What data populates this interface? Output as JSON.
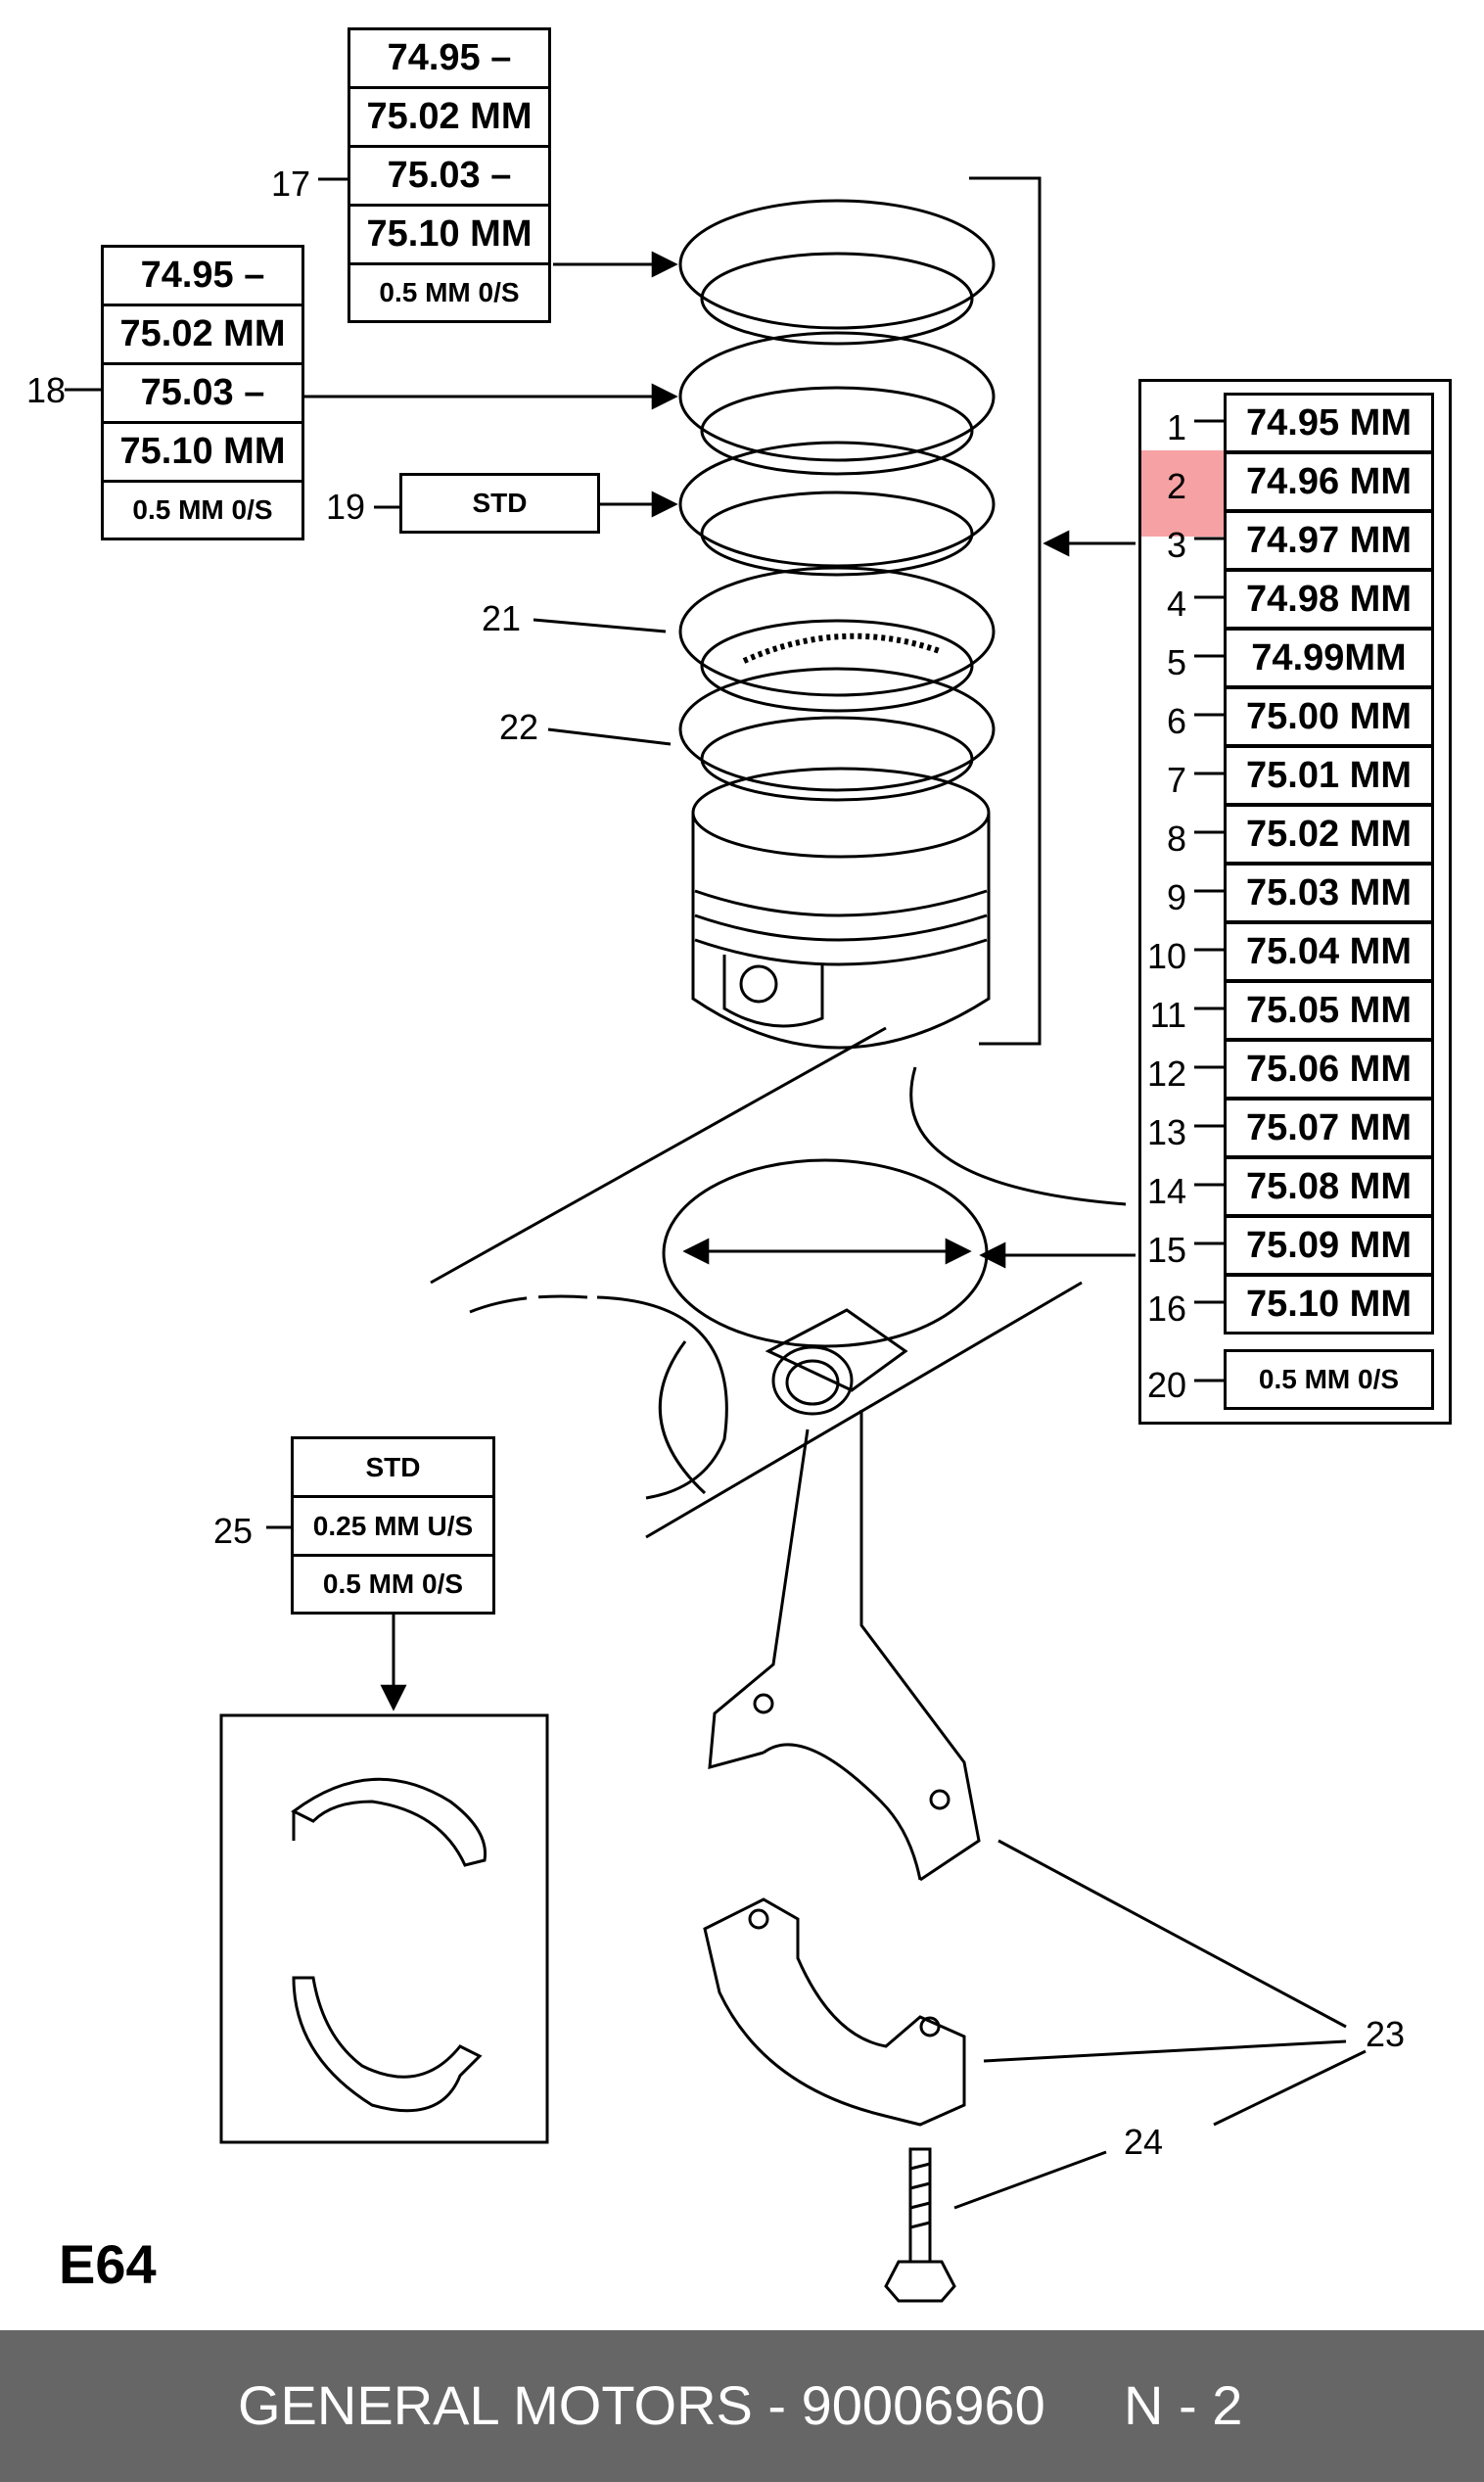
{
  "diagram": {
    "figure_code": "E64",
    "ring_box_17": [
      "74.95 –",
      "75.02 MM",
      "75.03 –",
      "75.10 MM",
      "0.5 MM 0/S"
    ],
    "ring_box_18": [
      "74.95 –",
      "75.02 MM",
      "75.03 –",
      "75.10 MM",
      "0.5 MM 0/S"
    ],
    "ring_box_19": "STD",
    "bearing_box_25": [
      "STD",
      "0.25 MM U/S",
      "0.5 MM 0/S"
    ],
    "callouts": {
      "c17": "17",
      "c18": "18",
      "c19": "19",
      "c21": "21",
      "c22": "22",
      "c23": "23",
      "c24": "24",
      "c25": "25"
    },
    "piston_sizes": [
      {
        "num": "1",
        "value": "74.95 MM"
      },
      {
        "num": "2",
        "value": "74.96 MM",
        "highlighted": true
      },
      {
        "num": "3",
        "value": "74.97 MM"
      },
      {
        "num": "4",
        "value": "74.98 MM"
      },
      {
        "num": "5",
        "value": "74.99MM"
      },
      {
        "num": "6",
        "value": "75.00 MM"
      },
      {
        "num": "7",
        "value": "75.01 MM"
      },
      {
        "num": "8",
        "value": "75.02 MM"
      },
      {
        "num": "9",
        "value": "75.03 MM"
      },
      {
        "num": "10",
        "value": "75.04 MM"
      },
      {
        "num": "11",
        "value": "75.05 MM"
      },
      {
        "num": "12",
        "value": "75.06 MM"
      },
      {
        "num": "13",
        "value": "75.07 MM"
      },
      {
        "num": "14",
        "value": "75.08 MM"
      },
      {
        "num": "15",
        "value": "75.09 MM"
      },
      {
        "num": "16",
        "value": "75.10 MM"
      }
    ],
    "oversize": {
      "num": "20",
      "value": "0.5 MM 0/S"
    },
    "highlight_color": "#f6a1a3"
  },
  "footer": {
    "brand_part": "GENERAL MOTORS - 90006960",
    "page": "N - 2",
    "background": "#666666"
  }
}
